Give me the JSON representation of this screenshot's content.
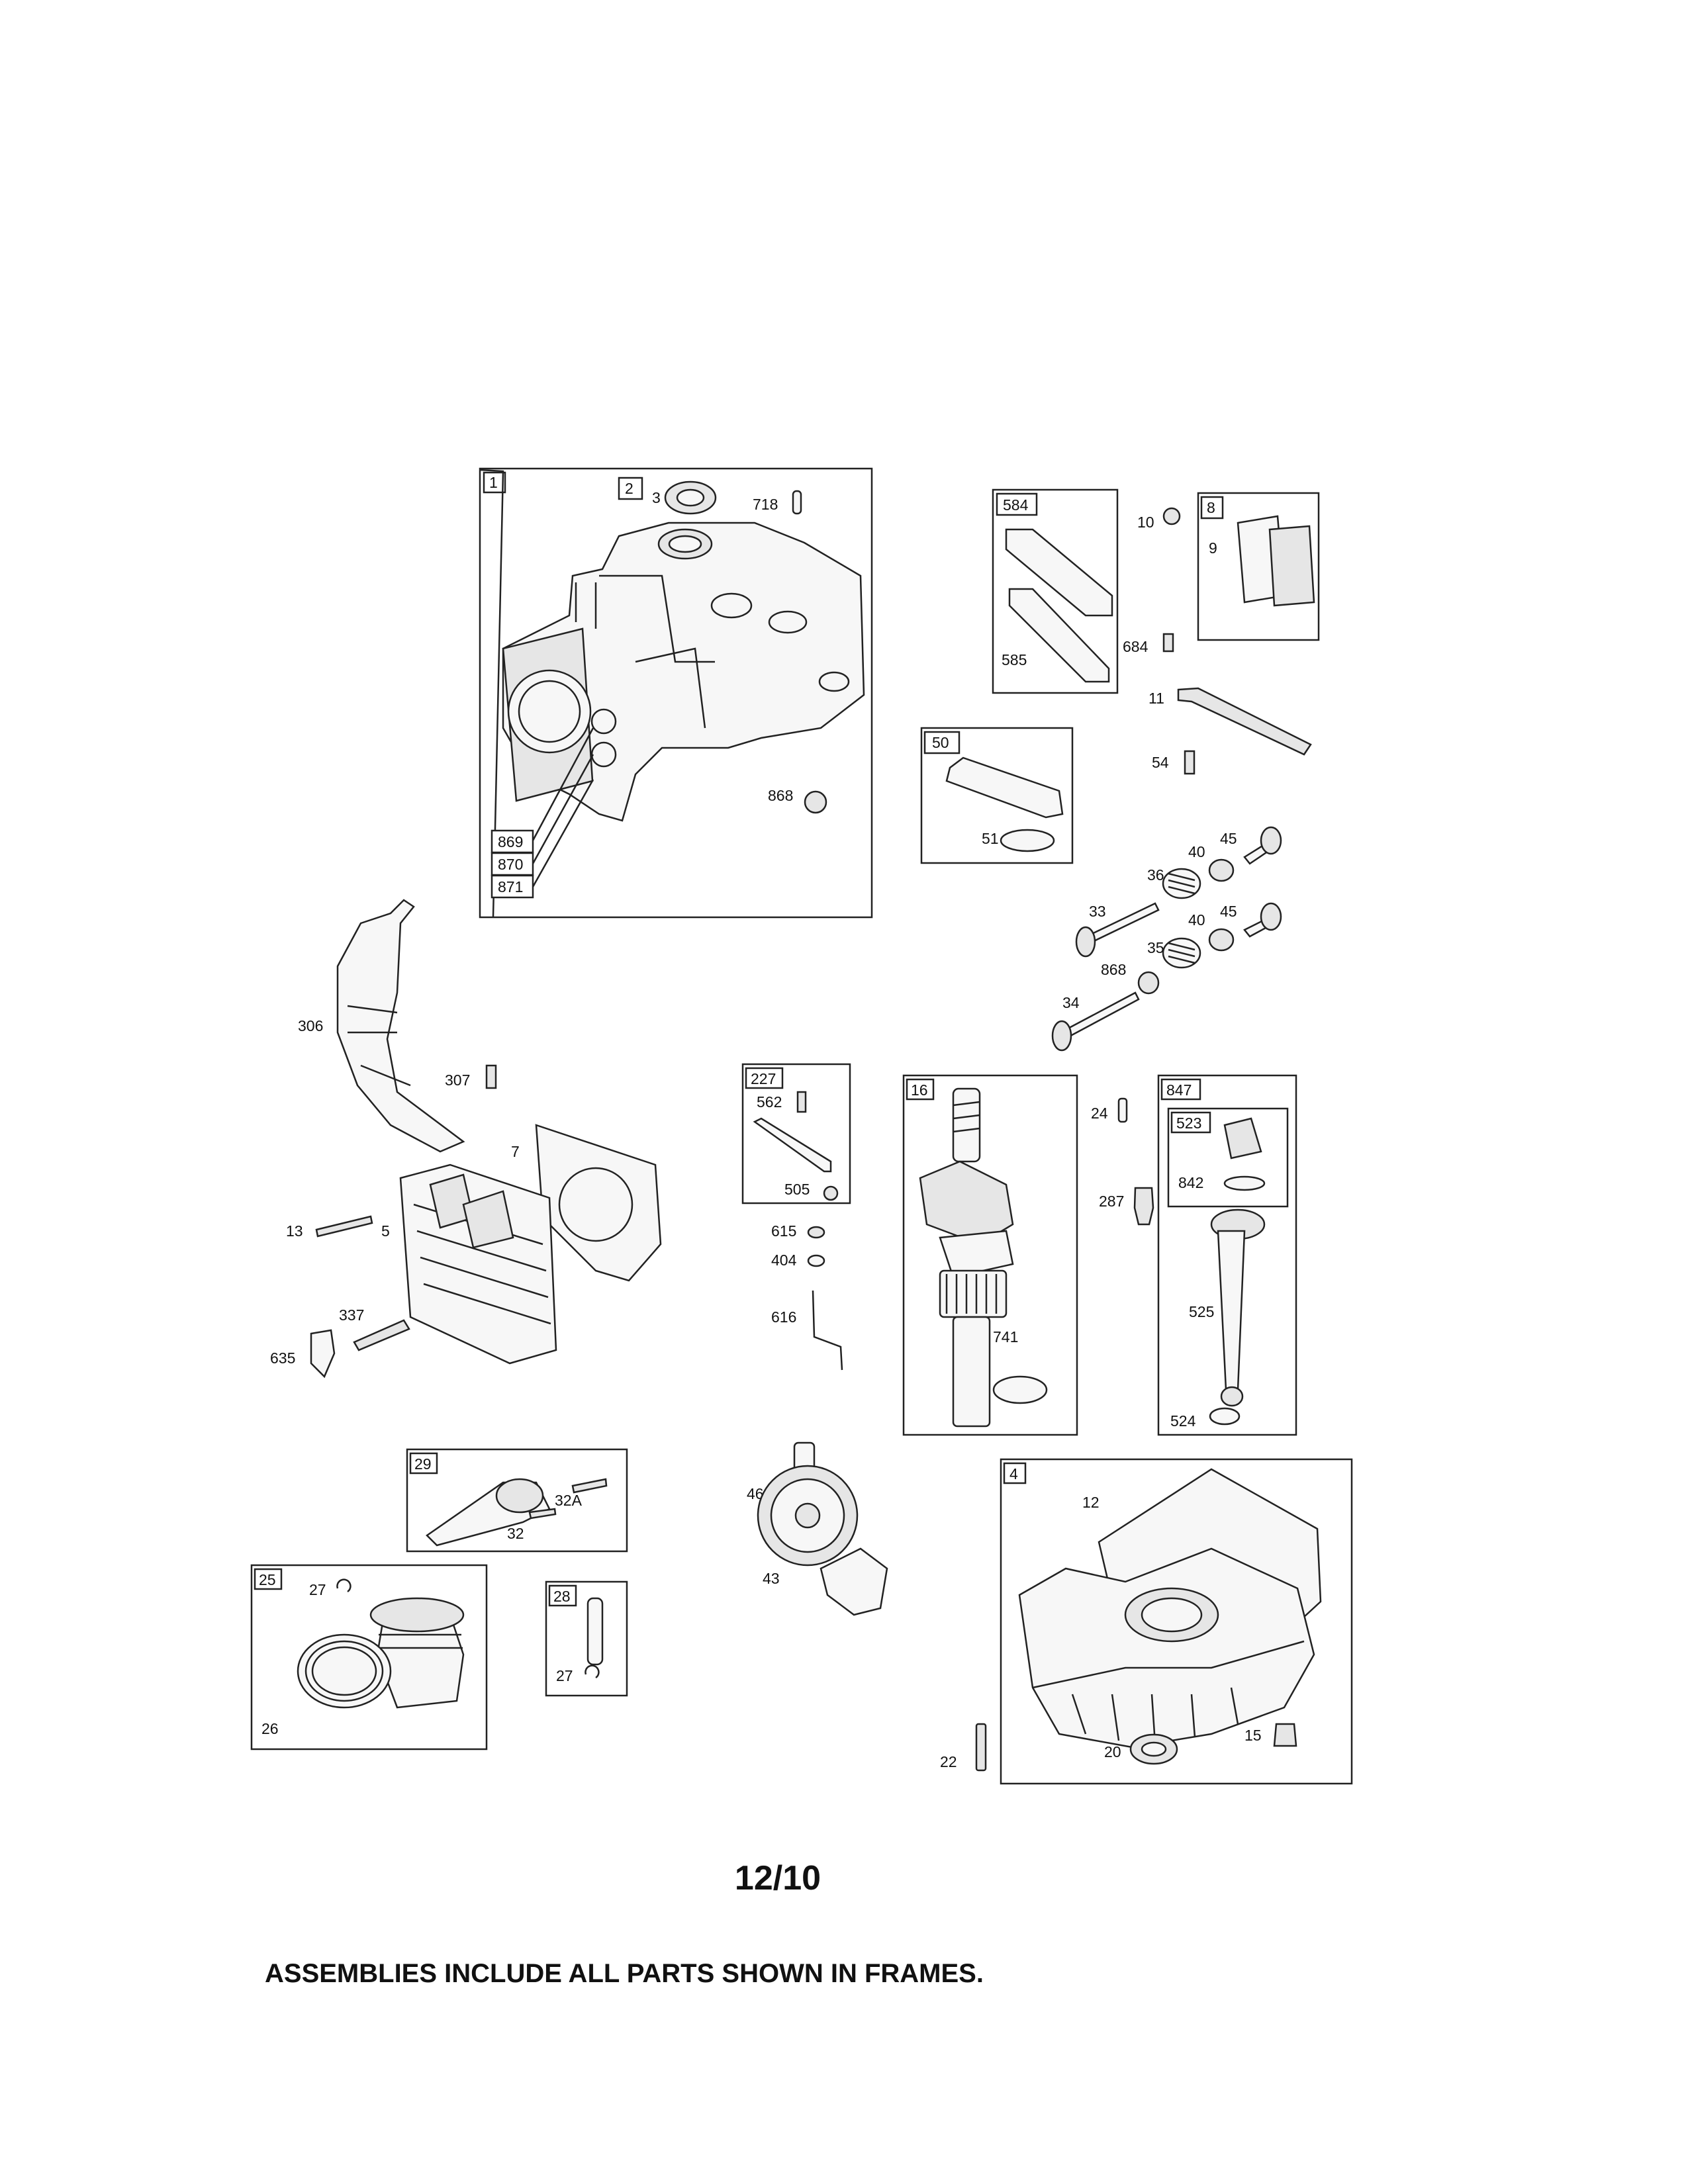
{
  "page_number": "12/10",
  "footer_note": "ASSEMBLIES INCLUDE ALL PARTS SHOWN IN FRAMES.",
  "assemblies": {
    "a1": "1",
    "a2": "2",
    "a584": "584",
    "a8": "8",
    "a50": "50",
    "a227": "227",
    "a16": "16",
    "a847": "847",
    "a523": "523",
    "a4": "4",
    "a29": "29",
    "a25": "25",
    "a28": "28"
  },
  "parts": {
    "p3": "3",
    "p718": "718",
    "p869": "869",
    "p870": "870",
    "p871": "871",
    "p868a": "868",
    "p10": "10",
    "p9": "9",
    "p684": "684",
    "p585": "585",
    "p11": "11",
    "p54": "54",
    "p51": "51",
    "p40a": "40",
    "p45a": "45",
    "p36": "36",
    "p33": "33",
    "p40b": "40",
    "p45b": "45",
    "p35": "35",
    "p868b": "868",
    "p34": "34",
    "p306": "306",
    "p307": "307",
    "p7": "7",
    "p13": "13",
    "p5": "5",
    "p337": "337",
    "p635": "635",
    "p562": "562",
    "p505": "505",
    "p615": "615",
    "p404": "404",
    "p616": "616",
    "p741": "741",
    "p24": "24",
    "p287": "287",
    "p842": "842",
    "p525": "525",
    "p524": "524",
    "p32A": "32A",
    "p32": "32",
    "p27a": "27",
    "p26": "26",
    "p27b": "27",
    "p46": "46",
    "p43": "43",
    "p12": "12",
    "p22": "22",
    "p20": "20",
    "p15": "15"
  }
}
